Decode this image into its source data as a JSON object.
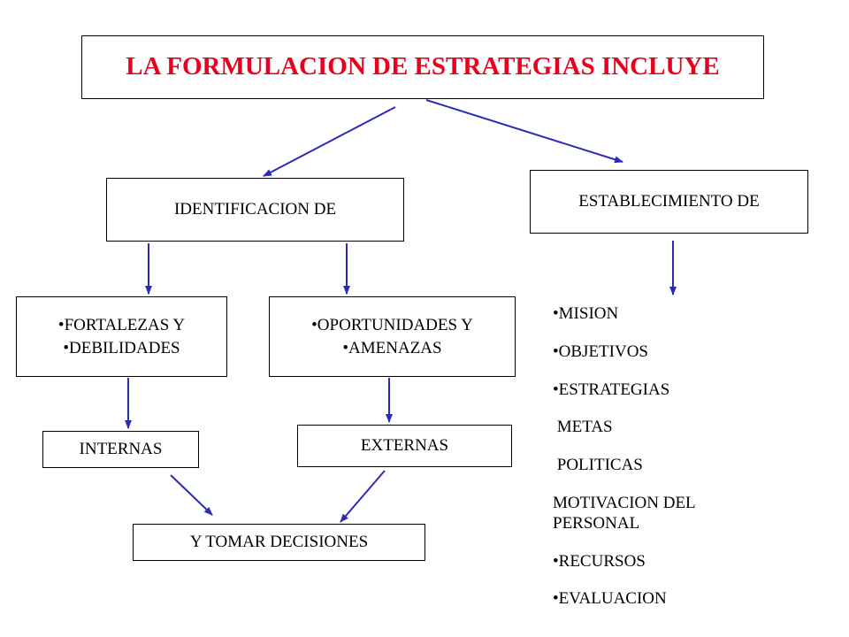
{
  "title": "LA FORMULACION DE ESTRATEGIAS INCLUYE",
  "nodes": {
    "identificacion": "IDENTIFICACION DE",
    "establecimiento": "ESTABLECIMIENTO DE",
    "fortalezas_line1": "•FORTALEZAS Y",
    "fortalezas_line2": "•DEBILIDADES",
    "oportunidades_line1": "•OPORTUNIDADES Y",
    "oportunidades_line2": "•AMENAZAS",
    "internas": "INTERNAS",
    "externas": "EXTERNAS",
    "tomar_decisiones": "Y TOMAR DECISIONES"
  },
  "establecimiento_items": [
    "•MISION",
    "•OBJETIVOS",
    "•ESTRATEGIAS",
    " METAS",
    " POLITICAS",
    "MOTIVACION DEL PERSONAL",
    "•RECURSOS",
    "•EVALUACION"
  ],
  "colors": {
    "title": "#e8001c",
    "arrow": "#2b2bb8",
    "border": "#000000"
  }
}
